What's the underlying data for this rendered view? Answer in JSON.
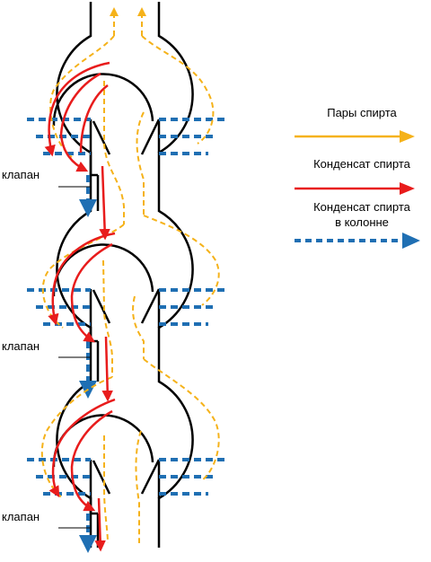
{
  "labels": {
    "valve": "клапан"
  },
  "legend": {
    "vapor": "Пары спирта",
    "condensate": "Конденсат спирта",
    "column_condensate_line1": "Конденсат спирта",
    "column_condensate_line2": "в колонне"
  },
  "colors": {
    "vapor": "#f5b21a",
    "condensate": "#e81c1c",
    "column_condensate": "#1f6fb3",
    "outline": "#000000"
  },
  "icons": {
    "vapor_arrow": "yellow-arrow-icon",
    "condensate_arrow": "red-arrow-icon",
    "column_arrow": "blue-dashed-arrow-icon"
  }
}
